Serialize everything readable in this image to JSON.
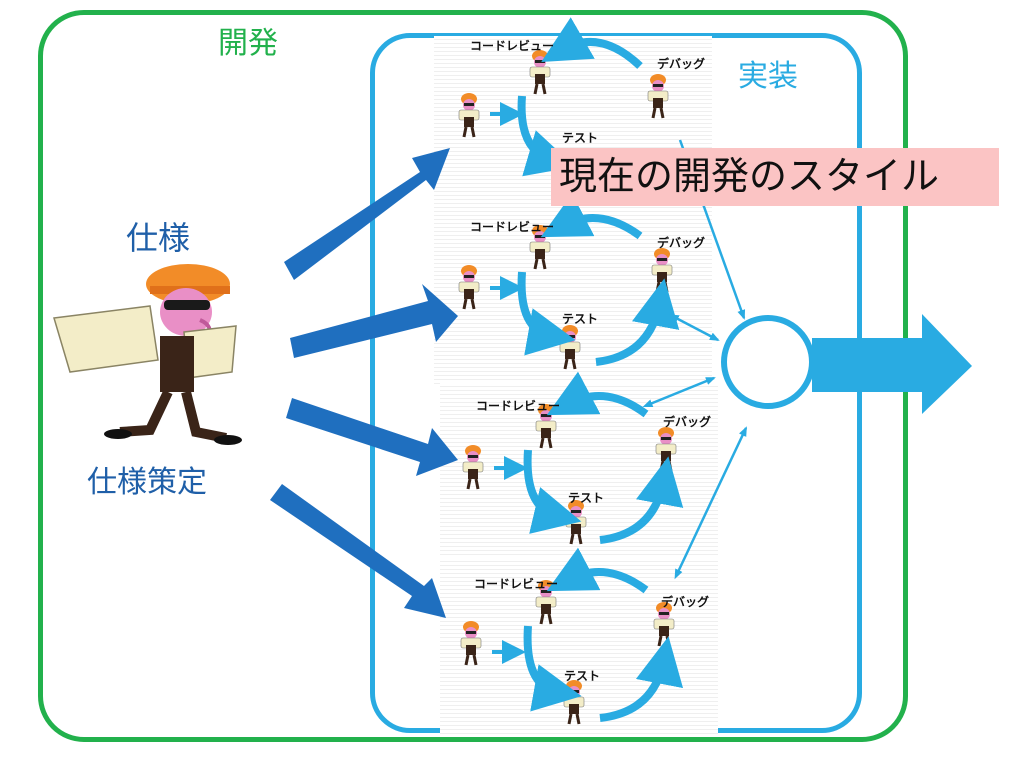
{
  "development": {
    "label": "開発"
  },
  "implementation": {
    "label": "実装"
  },
  "specification": {
    "label": "仕様",
    "definition_label": "仕様策定"
  },
  "title": "現在の開発のスタイル",
  "cycles": [
    {
      "code_review": "コードレビュー",
      "debug": "デバッグ",
      "test": "テスト"
    },
    {
      "code_review": "コードレビュー",
      "debug": "デバッグ",
      "test": "テスト"
    },
    {
      "code_review": "コードレビュー",
      "debug": "デバッグ",
      "test": "テスト"
    },
    {
      "code_review": "コードレビュー",
      "debug": "デバッグ",
      "test": "テスト"
    }
  ],
  "colors": {
    "development_frame": "#22b14c",
    "implementation_frame": "#29abe2",
    "spec_arrows": "#1f6fbf",
    "title_background": "#fbc4c4"
  },
  "icons": [
    "engineer-icon",
    "worker-icon"
  ]
}
